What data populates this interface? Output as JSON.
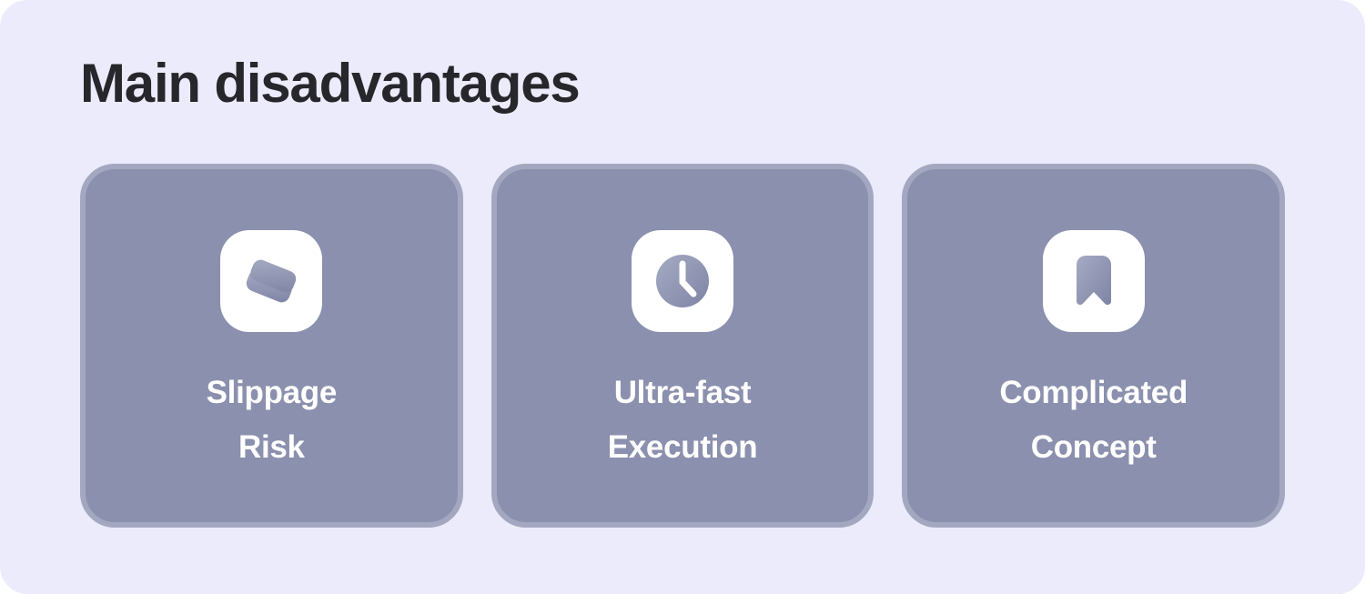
{
  "page": {
    "title": "Main disadvantages",
    "background_color": "#ecebfb",
    "title_color": "#26262b"
  },
  "cards": {
    "fill_color": "#8b90ae",
    "border_color": "#a3a8c0",
    "tile_color": "#ffffff",
    "glyph_color": "#8b90ae",
    "label_color": "#ffffff",
    "items": [
      {
        "icon": "layers-icon",
        "label_line1": "Slippage",
        "label_line2": "Risk"
      },
      {
        "icon": "clock-icon",
        "label_line1": "Ultra-fast",
        "label_line2": "Execution"
      },
      {
        "icon": "bookmark-icon",
        "label_line1": "Complicated",
        "label_line2": "Concept"
      }
    ]
  }
}
